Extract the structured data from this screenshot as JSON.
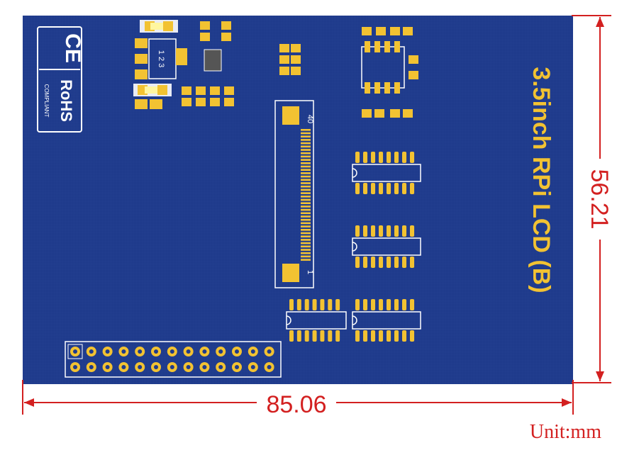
{
  "board": {
    "title": "3.5inch RPi LCD (B)",
    "ce_mark": "CE",
    "rohs_mark": "RoHS",
    "rohs_sub": "COMPLIANT",
    "led_pin_labels": "1 2 3",
    "fpc_pin_top": "40",
    "fpc_pin_bottom": "1",
    "colors": {
      "pcb": "#1f3b8c",
      "gold": "#f2c232",
      "silk": "#ffffff"
    }
  },
  "dimensions": {
    "width": "85.06",
    "height": "56.21",
    "unit_note": "Unit:mm",
    "line_color": "#d32020"
  }
}
